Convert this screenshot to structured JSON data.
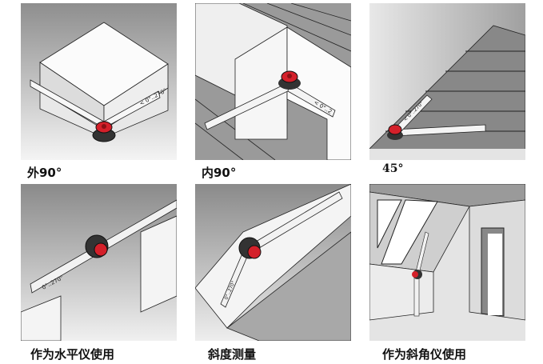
{
  "panels": [
    {
      "caption": "外90°",
      "ruler_text": "< 0°..270°"
    },
    {
      "caption": "内90°",
      "ruler_text": "< 0°..2"
    },
    {
      "caption": "45°",
      "ruler_text": "< 0°..270°"
    },
    {
      "caption": "作为水平仪使用",
      "ruler_text": "0°..270°"
    },
    {
      "caption": "斜度测量",
      "ruler_text": "0°..270°"
    },
    {
      "caption": "作为斜角仪使用",
      "ruler_text": ""
    }
  ],
  "colors": {
    "knob": "#d4202a",
    "ruler": "#f2f2f2",
    "outline": "#222222"
  }
}
